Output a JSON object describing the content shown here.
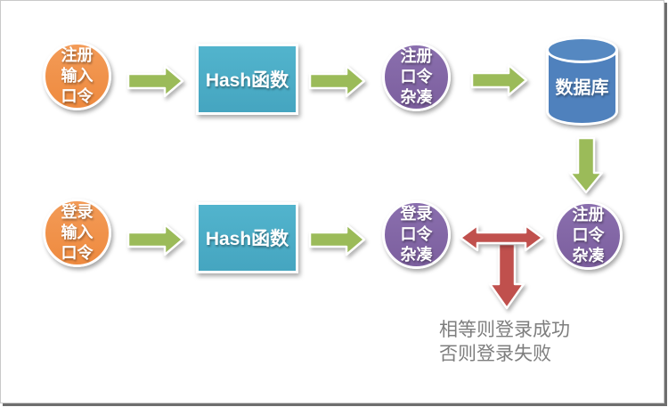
{
  "colors": {
    "orange": "#ef8d43",
    "teal": "#4bacc6",
    "purple": "#8064a2",
    "blue": "#4f81bd",
    "green": "#9bbb59",
    "red": "#c0504d",
    "result_text_gray": "#7e7e7e",
    "frame_border": "#c9c9c9",
    "frame_shadow": "#6e6e6e"
  },
  "registration_flow": {
    "input_circle_lines": [
      "注册",
      "输入",
      "口令"
    ],
    "hash_box_label": "Hash函数",
    "hash_circle_lines": [
      "注册",
      "口令",
      "杂凑"
    ],
    "database_label": "数据库"
  },
  "login_flow": {
    "input_circle_lines": [
      "登录",
      "输入",
      "口令"
    ],
    "hash_box_label": "Hash函数",
    "hash_circle_lines": [
      "登录",
      "口令",
      "杂凑"
    ],
    "stored_hash_circle_lines": [
      "注册",
      "口令",
      "杂凑"
    ]
  },
  "result": {
    "line1": "相等则登录成功",
    "line2": "否则登录失败"
  },
  "icons": {
    "flow_arrow": "green-arrow",
    "compare_arrow": "red-double-arrow",
    "result_arrow": "red-arrow-down"
  }
}
